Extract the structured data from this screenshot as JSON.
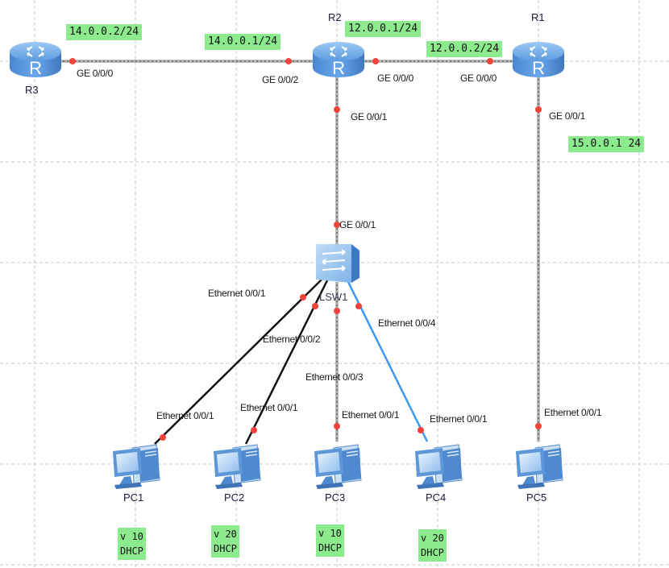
{
  "diagram": {
    "devices": {
      "r3": {
        "name": "R3",
        "type": "router"
      },
      "r2": {
        "name": "R2",
        "type": "router"
      },
      "r1": {
        "name": "R1",
        "type": "router"
      },
      "lsw1": {
        "name": "LSW1",
        "type": "switch"
      },
      "pc1": {
        "name": "PC1",
        "type": "pc"
      },
      "pc2": {
        "name": "PC2",
        "type": "pc"
      },
      "pc3": {
        "name": "PC3",
        "type": "pc"
      },
      "pc4": {
        "name": "PC4",
        "type": "pc"
      },
      "pc5": {
        "name": "PC5",
        "type": "pc"
      }
    },
    "ports": {
      "r3_ge000": "GE 0/0/0",
      "r2_ge002": "GE 0/0/2",
      "r2_ge000": "GE 0/0/0",
      "r1_ge000": "GE 0/0/0",
      "r2_ge001": "GE 0/0/1",
      "r1_ge001": "GE 0/0/1",
      "lsw1_ge001": "GE 0/0/1",
      "lsw1_e001": "Ethernet 0/0/1",
      "lsw1_e002": "Ethernet 0/0/2",
      "lsw1_e003": "Ethernet 0/0/3",
      "lsw1_e004": "Ethernet 0/0/4",
      "pc1_e001": "Ethernet 0/0/1",
      "pc2_e001": "Ethernet 0/0/1",
      "pc3_e001": "Ethernet 0/0/1",
      "pc4_e001": "Ethernet 0/0/1",
      "pc5_e001": "Ethernet 0/0/1"
    },
    "ip_labels": {
      "r3_ip": "14.0.0.2/24",
      "r2_ip_r3": "14.0.0.1/24",
      "r2_ip_r1": "12.0.0.1/24",
      "r1_ip_r2": "12.0.0.2/24",
      "r1_ip_pc5": "15.0.0.1 24"
    },
    "pc_notes": {
      "pc1": "v 10\nDHCP",
      "pc2": "v 20\nDHCP",
      "pc3": "v 10\nDHCP",
      "pc4": "v 20\nDHCP"
    },
    "links": [
      {
        "from": "R3",
        "to": "R2",
        "type": "GE"
      },
      {
        "from": "R2",
        "to": "R1",
        "type": "GE"
      },
      {
        "from": "R2",
        "to": "LSW1",
        "type": "GE"
      },
      {
        "from": "R1",
        "to": "PC5",
        "type": "GE"
      },
      {
        "from": "LSW1",
        "to": "PC1",
        "type": "Ethernet"
      },
      {
        "from": "LSW1",
        "to": "PC2",
        "type": "Ethernet"
      },
      {
        "from": "LSW1",
        "to": "PC3",
        "type": "GE"
      },
      {
        "from": "LSW1",
        "to": "PC4",
        "type": "Ethernet-selected"
      }
    ],
    "colors": {
      "tag_bg": "#8ceb8c",
      "port_dot": "#f2433a",
      "selected_link": "#3a9af0"
    }
  }
}
